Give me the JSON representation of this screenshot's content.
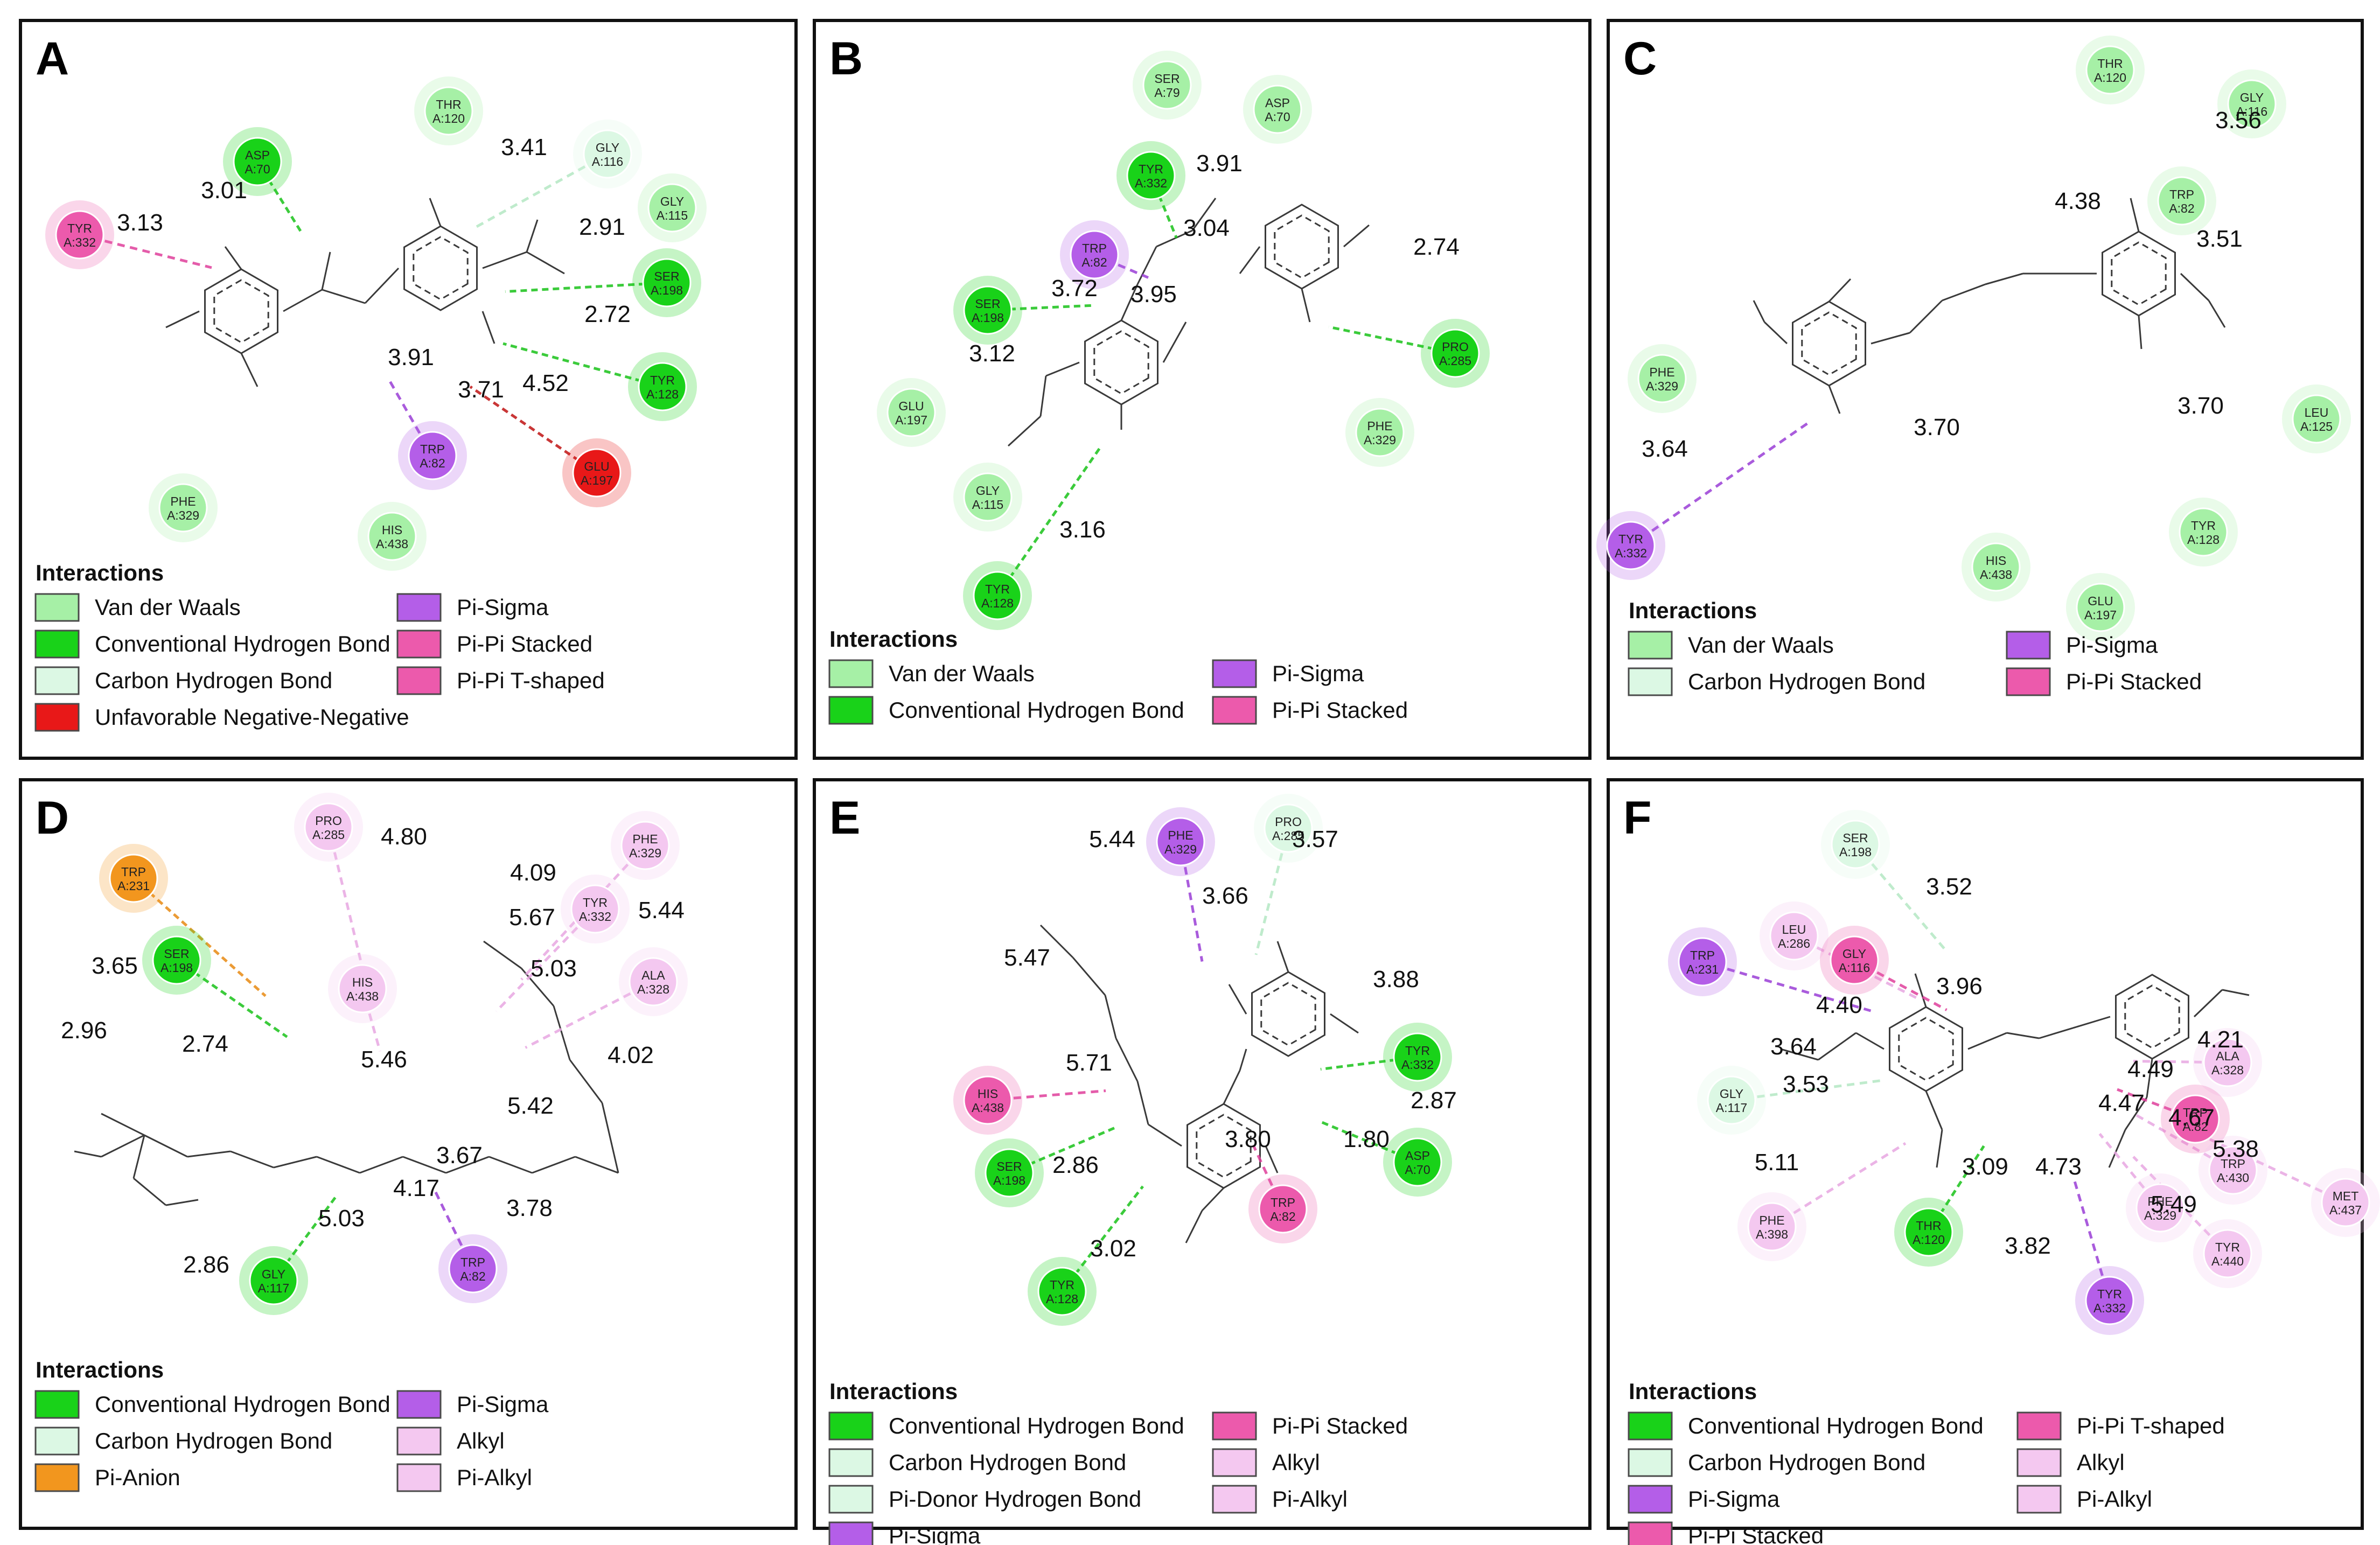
{
  "legend_title": "Interactions",
  "types": {
    "vdw": {
      "label": "Van der Waals",
      "fill": "#a6f0a6",
      "line": "#b9ecb9"
    },
    "chb": {
      "label": "Conventional Hydrogen Bond",
      "fill": "#19d219",
      "line": "#19c219"
    },
    "cahb": {
      "label": "Carbon Hydrogen Bond",
      "fill": "#dcf8e4",
      "line": "#b4e8c4"
    },
    "pidonor": {
      "label": "Pi-Donor Hydrogen Bond",
      "fill": "#dcf8e4",
      "line": "#a8dcb8"
    },
    "unfav": {
      "label": "Unfavorable Negative-Negative",
      "fill": "#e81818",
      "line": "#c01414"
    },
    "pisigma": {
      "label": "Pi-Sigma",
      "fill": "#b45ee8",
      "line": "#9b3fd6"
    },
    "pistacked": {
      "label": "Pi-Pi Stacked",
      "fill": "#ec5aac",
      "line": "#e0409c"
    },
    "pitshaped": {
      "label": "Pi-Pi T-shaped",
      "fill": "#ec5aac",
      "line": "#e0409c"
    },
    "pianion": {
      "label": "Pi-Anion",
      "fill": "#f2961e",
      "line": "#e88a12"
    },
    "alkyl": {
      "label": "Alkyl",
      "fill": "#f4c8f0",
      "line": "#e8a8e2"
    },
    "pialkyl": {
      "label": "Pi-Alkyl",
      "fill": "#f4c8f0",
      "line": "#e8a8e2"
    }
  },
  "panels": [
    {
      "letter": "A",
      "legend": [
        [
          "vdw",
          "chb",
          "cahb",
          "unfav"
        ],
        [
          "pisigma",
          "pistacked",
          "pitshaped"
        ]
      ],
      "residues": [
        {
          "name": "ASP",
          "id": "A:70",
          "type": "chb"
        },
        {
          "name": "THR",
          "id": "A:120",
          "type": "vdw"
        },
        {
          "name": "GLY",
          "id": "A:116",
          "type": "cahb"
        },
        {
          "name": "GLY",
          "id": "A:115",
          "type": "vdw"
        },
        {
          "name": "SER",
          "id": "A:198",
          "type": "chb"
        },
        {
          "name": "TYR",
          "id": "A:128",
          "type": "chb"
        },
        {
          "name": "TYR",
          "id": "A:332",
          "type": "pistacked"
        },
        {
          "name": "TRP",
          "id": "A:82",
          "type": "pisigma"
        },
        {
          "name": "GLU",
          "id": "A:197",
          "type": "unfav"
        },
        {
          "name": "PHE",
          "id": "A:329",
          "type": "vdw"
        },
        {
          "name": "HIS",
          "id": "A:438",
          "type": "vdw"
        }
      ],
      "distances": [
        "3.01",
        "3.13",
        "3.41",
        "2.91",
        "2.72",
        "3.91",
        "3.71",
        "4.52"
      ]
    },
    {
      "letter": "B",
      "legend": [
        [
          "vdw",
          "chb"
        ],
        [
          "pisigma",
          "pistacked"
        ]
      ],
      "residues": [
        {
          "name": "SER",
          "id": "A:79",
          "type": "vdw"
        },
        {
          "name": "ASP",
          "id": "A:70",
          "type": "vdw"
        },
        {
          "name": "TYR",
          "id": "A:332",
          "type": "chb"
        },
        {
          "name": "TRP",
          "id": "A:82",
          "type": "pisigma"
        },
        {
          "name": "SER",
          "id": "A:198",
          "type": "chb"
        },
        {
          "name": "GLU",
          "id": "A:197",
          "type": "vdw"
        },
        {
          "name": "GLY",
          "id": "A:115",
          "type": "vdw"
        },
        {
          "name": "TYR",
          "id": "A:128",
          "type": "chb"
        },
        {
          "name": "PRO",
          "id": "A:285",
          "type": "chb"
        },
        {
          "name": "PHE",
          "id": "A:329",
          "type": "vdw"
        }
      ],
      "distances": [
        "3.91",
        "3.04",
        "3.72",
        "3.95",
        "3.12",
        "3.16",
        "2.74"
      ]
    },
    {
      "letter": "C",
      "legend": [
        [
          "vdw",
          "cahb"
        ],
        [
          "pisigma",
          "pistacked"
        ]
      ],
      "residues": [
        {
          "name": "THR",
          "id": "A:120",
          "type": "vdw"
        },
        {
          "name": "GLY",
          "id": "A:116",
          "type": "vdw"
        },
        {
          "name": "TRP",
          "id": "A:82",
          "type": "vdw"
        },
        {
          "name": "PHE",
          "id": "A:329",
          "type": "vdw"
        },
        {
          "name": "LEU",
          "id": "A:125",
          "type": "vdw"
        },
        {
          "name": "TYR",
          "id": "A:332",
          "type": "pisigma"
        },
        {
          "name": "HIS",
          "id": "A:438",
          "type": "vdw"
        },
        {
          "name": "TYR",
          "id": "A:128",
          "type": "vdw"
        },
        {
          "name": "GLU",
          "id": "A:197",
          "type": "vdw"
        }
      ],
      "distances": [
        "3.56",
        "4.38",
        "3.51",
        "3.64",
        "3.70",
        "3.70"
      ]
    },
    {
      "letter": "D",
      "legend": [
        [
          "chb",
          "cahb",
          "pianion"
        ],
        [
          "pisigma",
          "alkyl",
          "pialkyl"
        ]
      ],
      "residues": [
        {
          "name": "TRP",
          "id": "A:231",
          "type": "pianion"
        },
        {
          "name": "SER",
          "id": "A:198",
          "type": "chb"
        },
        {
          "name": "PRO",
          "id": "A:285",
          "type": "alkyl"
        },
        {
          "name": "PHE",
          "id": "A:329",
          "type": "alkyl"
        },
        {
          "name": "TYR",
          "id": "A:332",
          "type": "alkyl"
        },
        {
          "name": "ALA",
          "id": "A:328",
          "type": "alkyl"
        },
        {
          "name": "HIS",
          "id": "A:438",
          "type": "alkyl"
        },
        {
          "name": "TRP",
          "id": "A:82",
          "type": "pisigma"
        },
        {
          "name": "GLY",
          "id": "A:117",
          "type": "chb"
        }
      ],
      "distances": [
        "4.80",
        "4.09",
        "5.67",
        "5.44",
        "5.03",
        "3.65",
        "2.96",
        "2.74",
        "5.46",
        "4.02",
        "5.42",
        "3.67",
        "4.17",
        "5.03",
        "3.78",
        "2.86"
      ]
    },
    {
      "letter": "E",
      "legend": [
        [
          "chb",
          "cahb",
          "pidonor",
          "pisigma"
        ],
        [
          "pistacked",
          "alkyl",
          "pialkyl"
        ]
      ],
      "residues": [
        {
          "name": "PHE",
          "id": "A:329",
          "type": "pisigma"
        },
        {
          "name": "PRO",
          "id": "A:285",
          "type": "cahb"
        },
        {
          "name": "HIS",
          "id": "A:438",
          "type": "pistacked"
        },
        {
          "name": "TYR",
          "id": "A:332",
          "type": "chb"
        },
        {
          "name": "ASP",
          "id": "A:70",
          "type": "chb"
        },
        {
          "name": "SER",
          "id": "A:198",
          "type": "chb"
        },
        {
          "name": "TRP",
          "id": "A:82",
          "type": "pistacked"
        },
        {
          "name": "TYR",
          "id": "A:128",
          "type": "chb"
        }
      ],
      "distances": [
        "5.44",
        "3.57",
        "3.66",
        "5.47",
        "3.88",
        "5.71",
        "2.87",
        "1.80",
        "3.80",
        "2.86",
        "3.02"
      ]
    },
    {
      "letter": "F",
      "legend": [
        [
          "chb",
          "cahb",
          "pisigma",
          "pistacked"
        ],
        [
          "pitshaped",
          "alkyl",
          "pialkyl"
        ]
      ],
      "residues": [
        {
          "name": "SER",
          "id": "A:198",
          "type": "cahb"
        },
        {
          "name": "TRP",
          "id": "A:231",
          "type": "pisigma"
        },
        {
          "name": "LEU",
          "id": "A:286",
          "type": "alkyl"
        },
        {
          "name": "GLY",
          "id": "A:116",
          "type": "pistacked"
        },
        {
          "name": "GLY",
          "id": "A:117",
          "type": "cahb"
        },
        {
          "name": "PHE",
          "id": "A:398",
          "type": "alkyl"
        },
        {
          "name": "THR",
          "id": "A:120",
          "type": "chb"
        },
        {
          "name": "ALA",
          "id": "A:328",
          "type": "alkyl"
        },
        {
          "name": "TRP",
          "id": "A:82",
          "type": "pistacked"
        },
        {
          "name": "TRP",
          "id": "A:430",
          "type": "alkyl"
        },
        {
          "name": "PHE",
          "id": "A:329",
          "type": "alkyl"
        },
        {
          "name": "MET",
          "id": "A:437",
          "type": "alkyl"
        },
        {
          "name": "TYR",
          "id": "A:440",
          "type": "alkyl"
        },
        {
          "name": "TYR",
          "id": "A:332",
          "type": "pisigma"
        }
      ],
      "distances": [
        "3.52",
        "3.96",
        "4.40",
        "3.64",
        "4.21",
        "4.49",
        "4.47",
        "3.53",
        "4.67",
        "5.38",
        "5.11",
        "3.09",
        "4.73",
        "5.49",
        "3.82"
      ]
    }
  ]
}
